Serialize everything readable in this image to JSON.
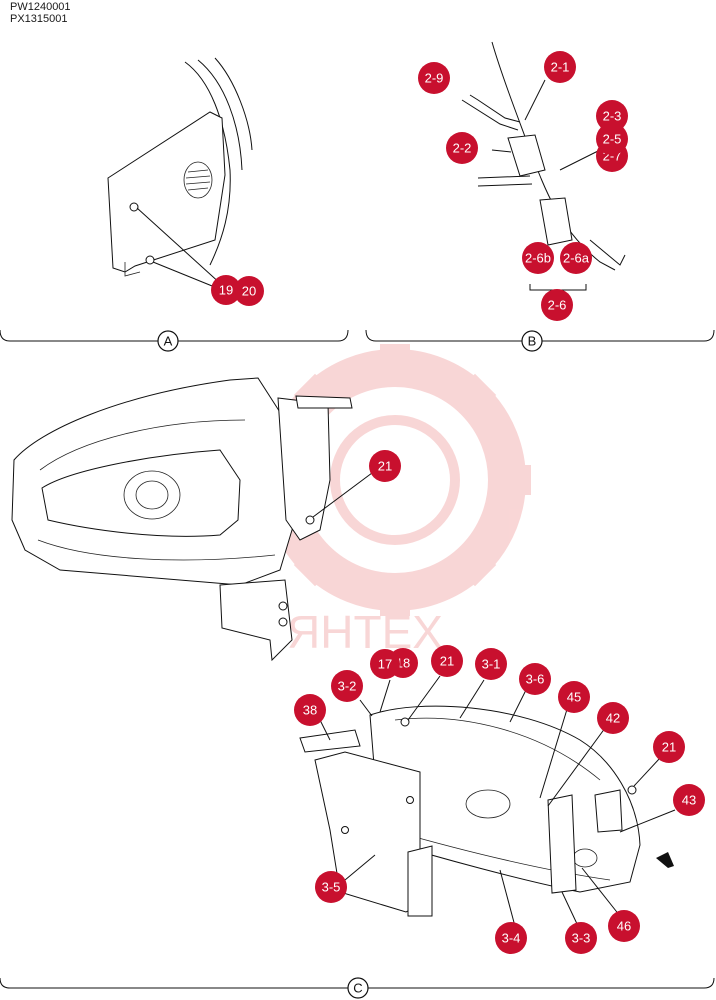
{
  "codes": [
    "PW1240001",
    "PX1315001"
  ],
  "watermark": "ЯНТЕХ",
  "sections": [
    "A",
    "B",
    "C"
  ],
  "callouts": {
    "a19": "19",
    "a20": "20",
    "b21": "2-1",
    "b29": "2-9",
    "b22": "2-2",
    "b23": "2-3",
    "b25": "2-5",
    "b27": "2-7",
    "b26b": "2-6b",
    "b26a": "2-6a",
    "b26": "2-6",
    "c21a": "21",
    "c17": "17",
    "c18": "18",
    "c21b": "21",
    "c31": "3-1",
    "c36": "3-6",
    "c32": "3-2",
    "c38": "38",
    "c45": "45",
    "c42": "42",
    "c21c": "21",
    "c43": "43",
    "c35": "3-5",
    "c34": "3-4",
    "c33": "3-3",
    "c46": "46"
  },
  "colors": {
    "callout": "#c8102e",
    "watermark": "#f4b5b5"
  }
}
